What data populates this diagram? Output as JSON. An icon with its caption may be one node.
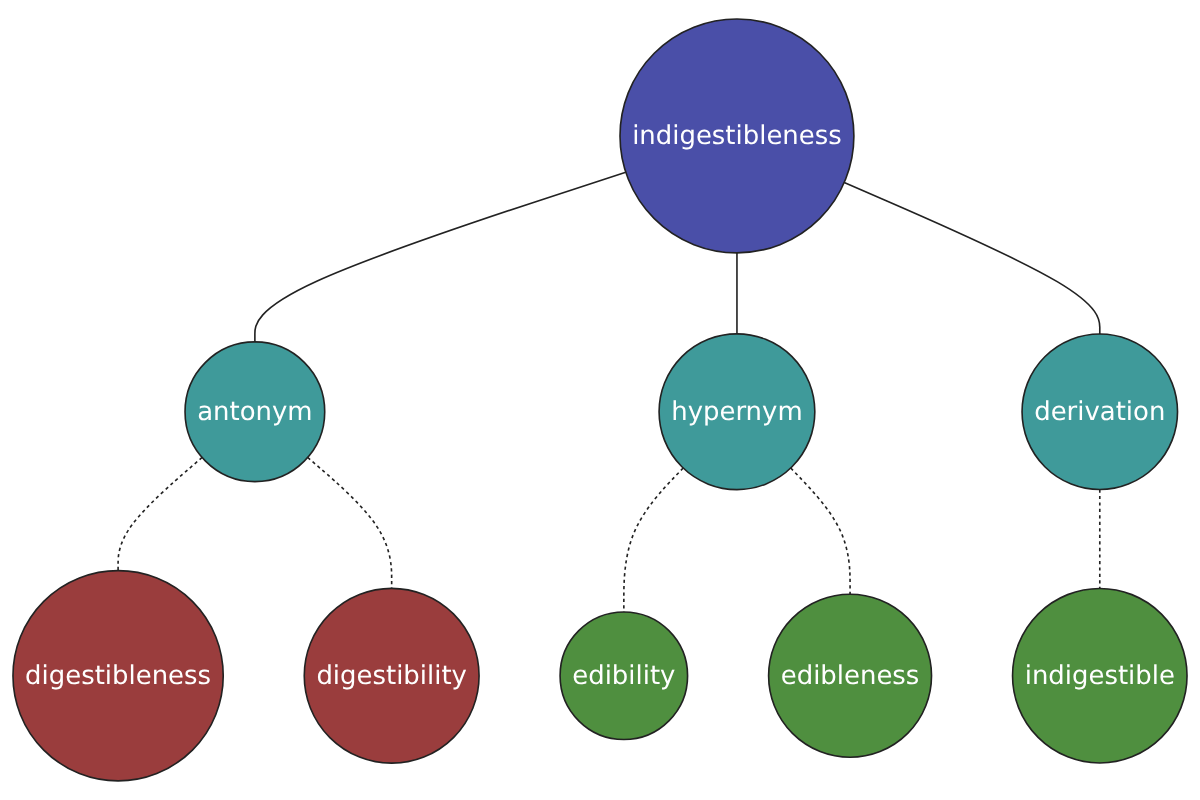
{
  "diagram": {
    "nodes": [
      {
        "text": [
          "edibility"
        ]
      },
      {
        "text": [
          "edibleness"
        ]
      },
      {
        "text": [
          "digestibleness"
        ]
      },
      {
        "text": [
          "hypernym"
        ]
      },
      {
        "text": [
          "digestibility"
        ]
      },
      {
        "text": [
          "antonym"
        ]
      },
      {
        "text": [
          "indigestibleness"
        ]
      },
      {
        "text": [
          "derivation"
        ]
      },
      {
        "text": [
          "indigestible"
        ]
      }
    ],
    "edges": [
      {
        "from": 6,
        "to": 5,
        "arrow": "none"
      },
      {
        "from": 6,
        "to": 3,
        "arrow": "none"
      },
      {
        "from": 6,
        "to": 7,
        "arrow": "none"
      },
      {
        "from": 5,
        "to": 2,
        "arrow": "none",
        "style": "dashed"
      },
      {
        "from": 5,
        "to": 4,
        "arrow": "none",
        "style": "dashed"
      },
      {
        "from": 3,
        "to": 0,
        "arrow": "none",
        "style": "dashed"
      },
      {
        "from": 3,
        "to": 1,
        "arrow": "none",
        "style": "dashed"
      },
      {
        "from": 7,
        "to": 8,
        "arrow": "none",
        "style": "dashed"
      }
    ]
  }
}
